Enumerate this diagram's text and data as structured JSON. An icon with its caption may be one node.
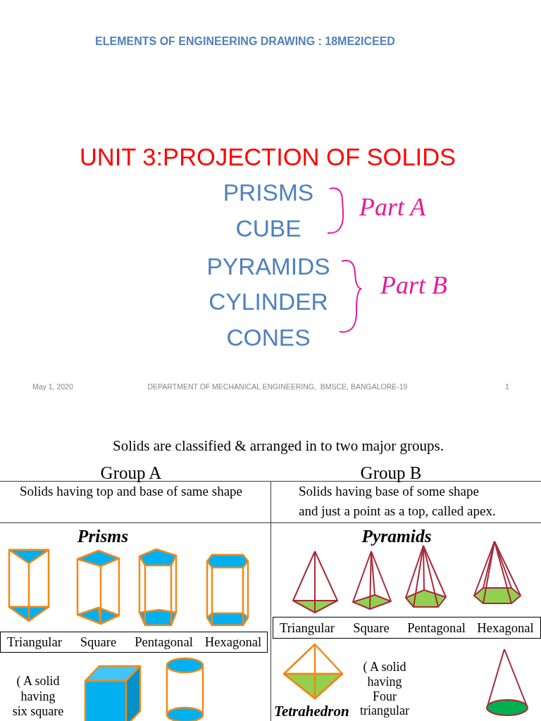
{
  "diagram": {
    "title": "UNIT 3:PROJECTION OF SOLIDS",
    "nodes": [
      {
        "text": [
          "Triangular",
          "Square",
          "Pentagonal",
          "Hexagonal"
        ]
      },
      {
        "text": [
          "Triangular",
          "Square",
          "Pentagonal",
          "Hexagonal"
        ]
      }
    ],
    "labels": [
      "ELEMENTS OF ENGINEERING DRAWING : 18ME2ICEED",
      "PRISMS",
      "CUBE",
      "PYRAMIDS",
      "CYLINDER",
      "CONES",
      "Part A",
      "Part B",
      "May 1, 2020",
      "DEPARTMENT OF MECHANICAL ENGINEERING,  BMSCE, BANGALORE-19",
      "1",
      "Solids are classified & arranged in to two major groups.",
      "Group A",
      "Group B",
      "Solids having top and base of same shape",
      "Solids having base of some shape and just a point as a top, called apex.",
      "Prisms",
      "Pyramids",
      "( A solid having six square",
      "( A solid having Four triangular",
      "Tetrahedron"
    ]
  }
}
